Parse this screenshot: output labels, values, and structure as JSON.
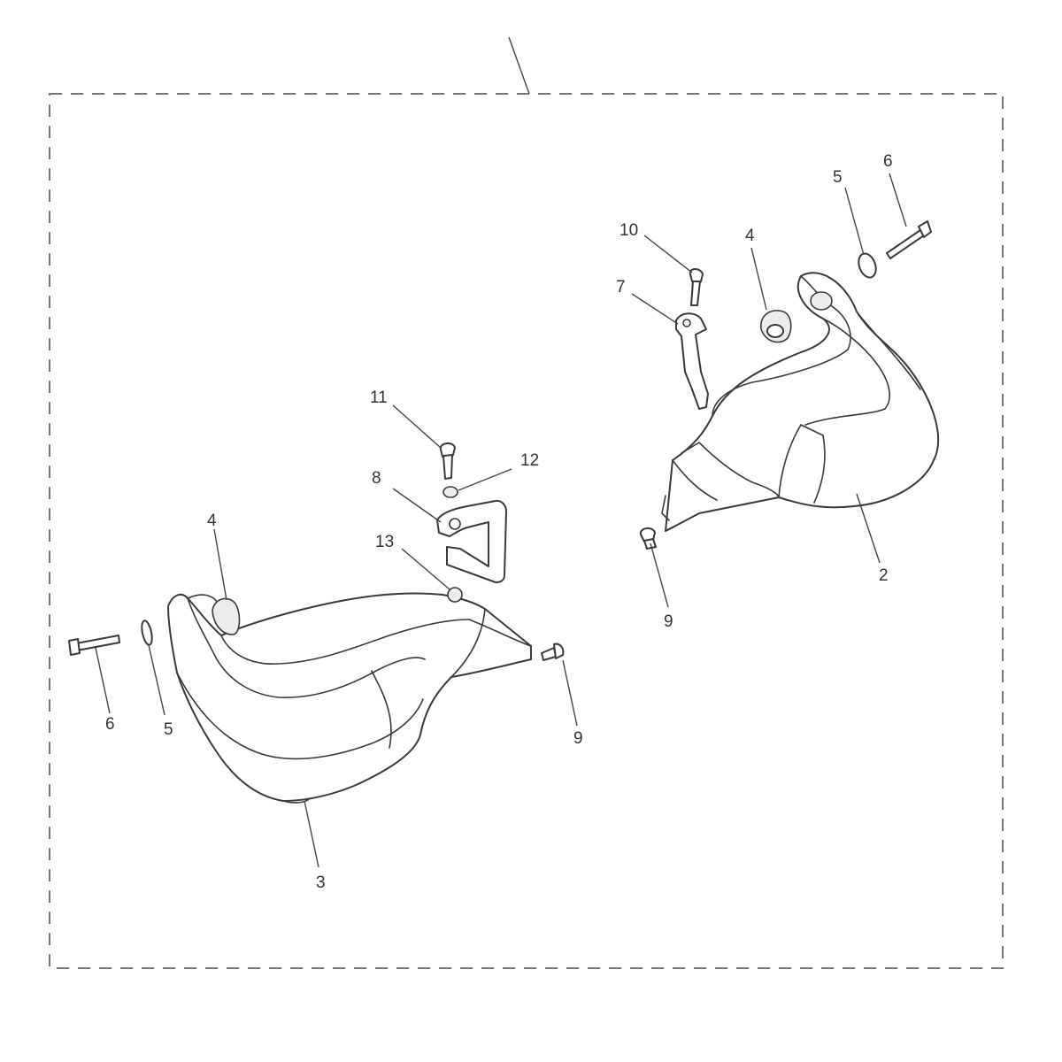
{
  "diagram": {
    "labels": {
      "l2": "2",
      "l3": "3",
      "l4a": "4",
      "l4b": "4",
      "l5a": "5",
      "l5b": "5",
      "l6a": "6",
      "l6b": "6",
      "l7": "7",
      "l8": "8",
      "l9a": "9",
      "l9b": "9",
      "l10": "10",
      "l11": "11",
      "l12": "12",
      "l13": "13"
    }
  }
}
